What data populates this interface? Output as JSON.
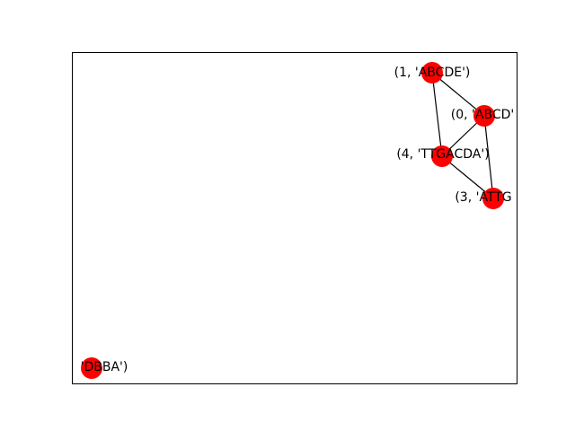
{
  "graph": {
    "node_color": "#ff0000",
    "edge_color": "#000000",
    "nodes": [
      {
        "id": "n1",
        "label": "(1, 'ABCDE')"
      },
      {
        "id": "n0",
        "label": "(0, 'ABCD'"
      },
      {
        "id": "n4",
        "label": "(4, 'TTGACDA')"
      },
      {
        "id": "n3",
        "label": "(3, 'ATTG"
      },
      {
        "id": "n2",
        "label": "'DBBA')"
      }
    ],
    "edges": [
      {
        "from": "n1",
        "to": "n0"
      },
      {
        "from": "n1",
        "to": "n4"
      },
      {
        "from": "n0",
        "to": "n4"
      },
      {
        "from": "n0",
        "to": "n3"
      },
      {
        "from": "n4",
        "to": "n3"
      }
    ]
  }
}
